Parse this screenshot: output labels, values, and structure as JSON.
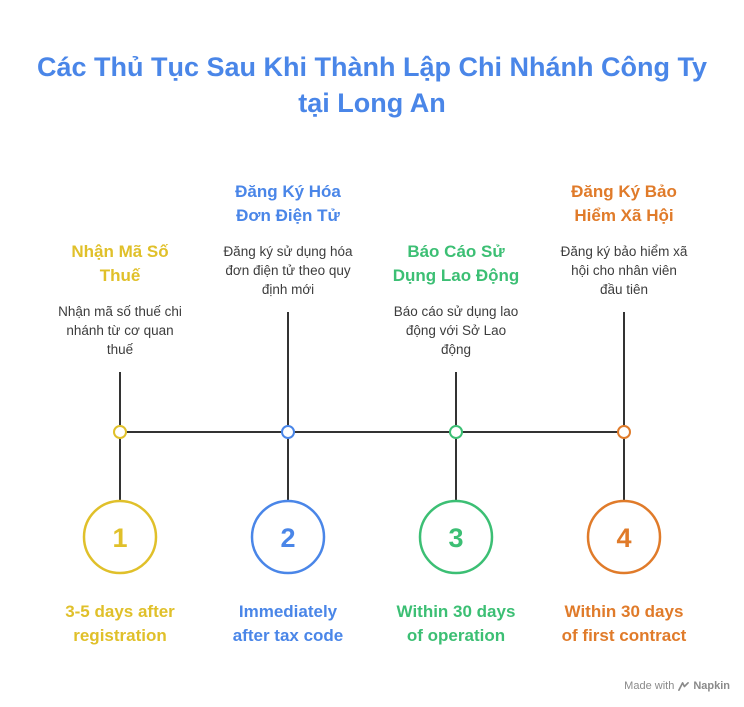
{
  "title": {
    "line1": "Các Thủ Tục Sau Khi Thành Lập Chi Nhánh Công Ty",
    "line2": "tại Long An"
  },
  "steps": [
    {
      "number": "1",
      "heading": [
        "Nhận Mã Số",
        "Thuế"
      ],
      "description": [
        "Nhận mã số thuế chi",
        "nhánh từ cơ quan",
        "thuế"
      ],
      "timing": [
        "3-5 days after",
        "registration"
      ],
      "color": "#e0c02a"
    },
    {
      "number": "2",
      "heading": [
        "Đăng Ký Hóa",
        "Đơn Điện Tử"
      ],
      "description": [
        "Đăng ký sử dụng hóa",
        "đơn điện tử theo quy",
        "định mới"
      ],
      "timing": [
        "Immediately",
        "after tax code"
      ],
      "color": "#4a86e8"
    },
    {
      "number": "3",
      "heading": [
        "Báo Cáo Sử",
        "Dụng Lao Động"
      ],
      "description": [
        "Báo cáo sử dụng lao",
        "động với Sở Lao",
        "động"
      ],
      "timing": [
        "Within 30 days",
        "of operation"
      ],
      "color": "#3cbf74"
    },
    {
      "number": "4",
      "heading": [
        "Đăng Ký Bảo",
        "Hiểm Xã Hội"
      ],
      "description": [
        "Đăng ký bảo hiểm xã",
        "hội cho nhân viên",
        "đầu tiên"
      ],
      "timing": [
        "Within 30 days",
        "of first contract"
      ],
      "color": "#e07b2a"
    }
  ],
  "footer": {
    "made_with": "Made with",
    "brand": "Napkin"
  }
}
